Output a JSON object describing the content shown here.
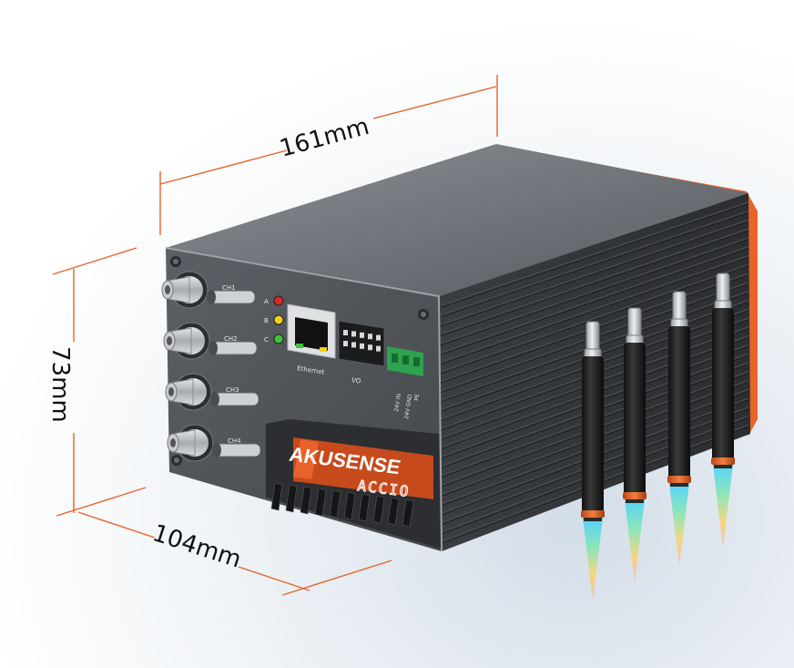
{
  "dimensions": {
    "length": "161mm",
    "height": "73mm",
    "width": "104mm",
    "line_color": "#e8632a"
  },
  "device": {
    "brand": "AKUSENSE",
    "model": "ACCIO",
    "accent_color": "#e8632a",
    "channels": [
      "CH1",
      "CH2",
      "CH3",
      "CH4"
    ],
    "leds": [
      {
        "label": "A",
        "color": "#e0261f"
      },
      {
        "label": "B",
        "color": "#f2d21b"
      },
      {
        "label": "C",
        "color": "#3ec43a"
      }
    ],
    "ports": {
      "ethernet": "Ethernet",
      "io": "I/O",
      "power": [
        "24V IN",
        "24V GND",
        "PE"
      ]
    }
  },
  "probes": {
    "count": 4,
    "ring_color": "#e8632a"
  }
}
